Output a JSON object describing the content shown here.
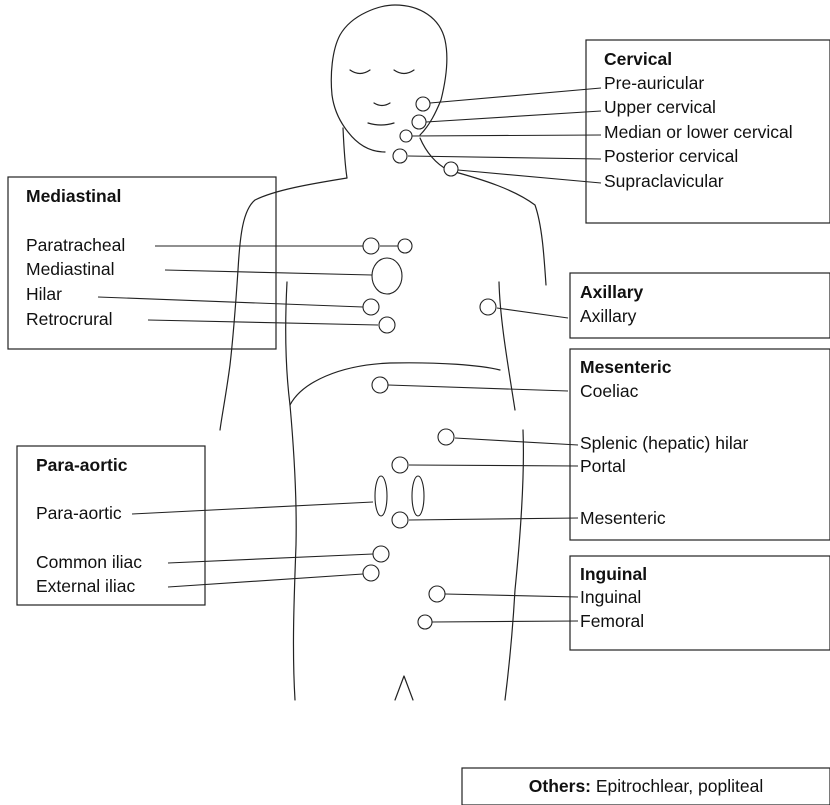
{
  "cervical": {
    "title": "Cervical",
    "items": [
      "Pre-auricular",
      "Upper cervical",
      "Median or lower cervical",
      "Posterior cervical",
      "Supraclavicular"
    ]
  },
  "mediastinal": {
    "title": "Mediastinal",
    "items": [
      "Paratracheal",
      "Mediastinal",
      "Hilar",
      "Retrocrural"
    ]
  },
  "axillary": {
    "title": "Axillary",
    "items": [
      "Axillary"
    ]
  },
  "mesenteric": {
    "title": "Mesenteric",
    "items": [
      "Coeliac",
      "Splenic (hepatic) hilar",
      "Portal",
      "Mesenteric"
    ]
  },
  "para_aortic": {
    "title": "Para-aortic",
    "items": [
      "Para-aortic",
      "Common iliac",
      "External iliac"
    ]
  },
  "inguinal": {
    "title": "Inguinal",
    "items": [
      "Inguinal",
      "Femoral"
    ]
  },
  "others": {
    "label": "Others:",
    "text": " Epitrochlear, popliteal"
  }
}
